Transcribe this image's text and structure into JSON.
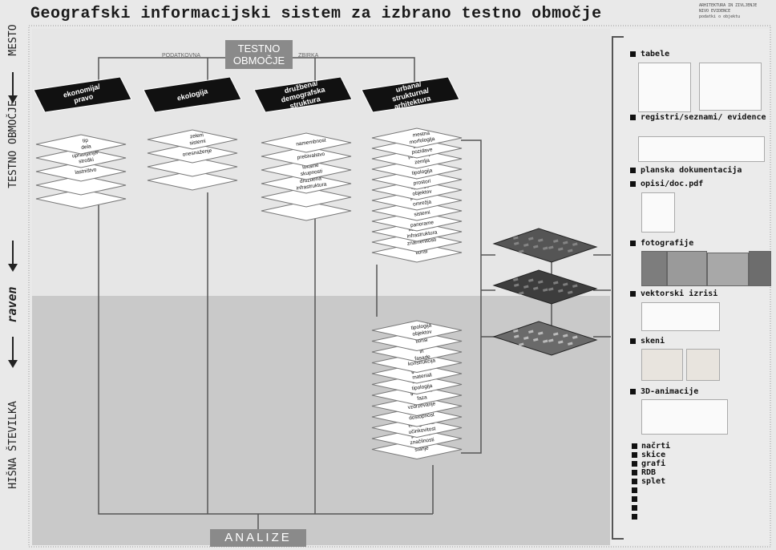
{
  "title": "Geografski informacijski sistem za izbrano testno območje",
  "header_note": [
    "ARHITEKTURA IN ŽIVLJENJE",
    "NIVO EVIDENCE",
    "podatki o objektu"
  ],
  "scale_axis": {
    "labels": [
      "MESTO",
      "TESTNO OBMOČJE",
      "raven",
      "HIŠNA ŠTEVILKA"
    ]
  },
  "top_box": {
    "label": "TESTNO OBMOČJE",
    "left_caption": "PODATKOVNA",
    "right_caption": "ZBIRKA"
  },
  "bottom_box": {
    "label": "ANALIZE"
  },
  "categories": [
    {
      "title": "ekonomija/ pravo",
      "layers": [
        "tip dela",
        "upravljanje/ stroški",
        "lastništvo",
        "",
        ""
      ]
    },
    {
      "title": "ekologija",
      "layers": [
        "zeleni sistemi",
        "onesnaženje",
        "",
        ""
      ]
    },
    {
      "title": "družbena/ demografska struktura",
      "layers": [
        "namembnost",
        "prebivalstvo",
        "lokalne skupnosti",
        "družbena infrastruktura",
        "",
        ""
      ]
    },
    {
      "title": "urbana/ strukturna/ arhitektura",
      "layers": [
        "mestna morfologija",
        "gostota pozidave",
        "parcelacija/ zemlja",
        "urbana tipologija",
        "javni prostori",
        "tipologija objektov",
        "prometna omrežja",
        "zeleni sistemi",
        "vedute/ panorame",
        "komunalna infrastruktura",
        "znamenitosti",
        "tlorisi"
      ]
    },
    {
      "title": "",
      "layers": [
        "tipologija objektov",
        "tlorisi",
        "prerezi in fasade",
        "konstrukcija",
        "gradbeni materiali",
        "stavbna tipologija",
        "gradbena faza",
        "vzdrževanje",
        "dostopnost",
        "energetska učinkovitost",
        "posebne značilnosti",
        "stanje"
      ]
    }
  ],
  "maps": [
    "satellite map layer",
    "building map layer",
    "street map layer"
  ],
  "legend": [
    {
      "label": "tabele",
      "icon": "table-icon"
    },
    {
      "label": "registri/seznami/ evidence",
      "icon": "register-icon"
    },
    {
      "label": "planska dokumentacija",
      "icon": "plan-icon"
    },
    {
      "label": "opisi/doc.pdf",
      "icon": "document-icon"
    },
    {
      "label": "fotografije",
      "icon": "photo-icon"
    },
    {
      "label": "vektorski izrisi",
      "icon": "vector-icon"
    },
    {
      "label": "skeni",
      "icon": "scan-icon"
    },
    {
      "label": "3D-animacije",
      "icon": "animation-icon"
    }
  ],
  "small_list": [
    "načrti",
    "skice",
    "grafi",
    "RDB",
    "splet",
    "",
    "",
    "",
    ""
  ],
  "colors": {
    "top_band": "#e6e6e6",
    "bottom_band": "#c9c9c9",
    "box_dark": "#111111",
    "label_box": "#8a8a8a",
    "line": "#555555"
  }
}
